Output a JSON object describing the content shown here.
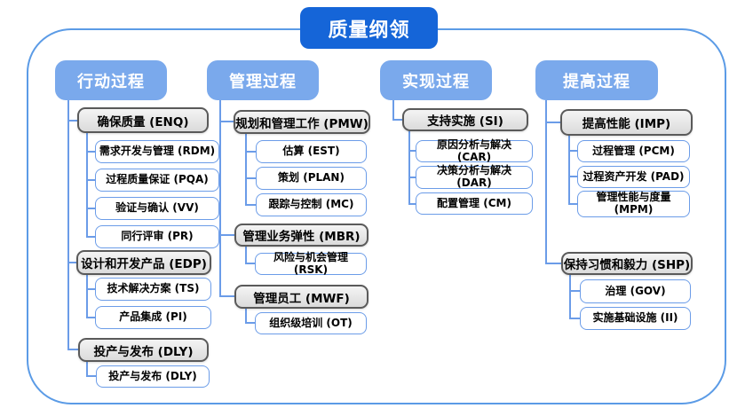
{
  "title": "质量纲领",
  "colors": {
    "accent": "#1565D8",
    "header-blue": "#7AA9EC",
    "line-blue": "#6B9CE8",
    "frame-blue": "#5B9BE6",
    "gray-border": "#5A5A5A"
  },
  "columns": [
    {
      "header": "行动过程",
      "groups": [
        {
          "label": "确保质量 (ENQ)",
          "children": [
            "需求开发与管理 (RDM)",
            "过程质量保证 (PQA)",
            "验证与确认 (VV)",
            "同行评审 (PR)"
          ]
        },
        {
          "label": "设计和开发产品 (EDP)",
          "children": [
            "技术解决方案 (TS)",
            "产品集成 (PI)"
          ]
        },
        {
          "label": "投产与发布 (DLY)",
          "children": [
            "投产与发布 (DLY)"
          ]
        }
      ]
    },
    {
      "header": "管理过程",
      "groups": [
        {
          "label": "规划和管理工作 (PMW)",
          "children": [
            "估算 (EST)",
            "策划 (PLAN)",
            "跟踪与控制 (MC)"
          ]
        },
        {
          "label": "管理业务弹性 (MBR)",
          "children": [
            "风险与机会管理 (RSK)"
          ]
        },
        {
          "label": "管理员工 (MWF)",
          "children": [
            "组织级培训 (OT)"
          ]
        }
      ]
    },
    {
      "header": "实现过程",
      "groups": [
        {
          "label": "支持实施 (SI)",
          "children": [
            "原因分析与解决 (CAR)",
            "决策分析与解决 (DAR)",
            "配置管理 (CM)"
          ]
        }
      ]
    },
    {
      "header": "提高过程",
      "groups": [
        {
          "label": "提高性能 (IMP)",
          "children": [
            "过程管理 (PCM)",
            "过程资产开发 (PAD)",
            "管理性能与度量 (MPM)"
          ]
        },
        {
          "label": "保持习惯和毅力 (SHP)",
          "children": [
            "治理 (GOV)",
            "实施基础设施 (II)"
          ]
        }
      ]
    }
  ]
}
